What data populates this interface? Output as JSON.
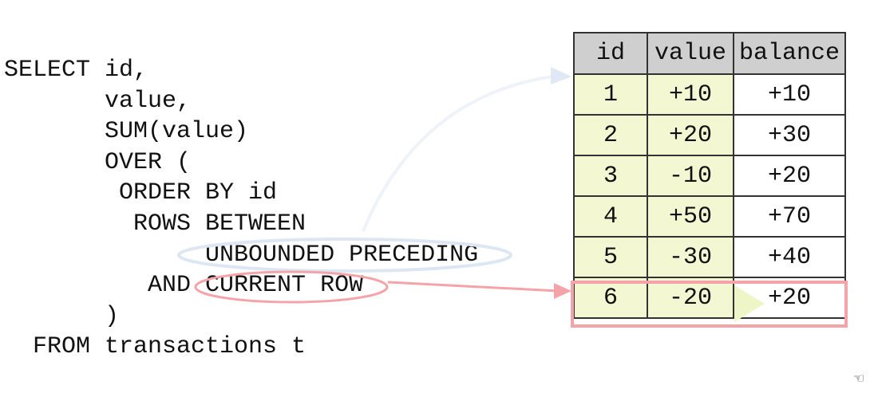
{
  "code_lines": [
    "SELECT id,",
    "       value,",
    "       SUM(value)",
    "       OVER (",
    "        ORDER BY id",
    "         ROWS BETWEEN",
    "              UNBOUNDED PRECEDING",
    "          AND CURRENT ROW",
    "       )",
    "  FROM transactions t"
  ],
  "table": {
    "headers": [
      "id",
      "value",
      "balance"
    ],
    "rows": [
      [
        "1",
        "+10",
        "+10"
      ],
      [
        "2",
        "+20",
        "+30"
      ],
      [
        "3",
        "-10",
        "+20"
      ],
      [
        "4",
        "+50",
        "+70"
      ],
      [
        "5",
        "-30",
        "+40"
      ],
      [
        "6",
        "-20",
        "+20"
      ]
    ]
  },
  "colors": {
    "frame_highlight": "#f4a3a8",
    "range_highlight": "#f4f8d2",
    "unbounded_ellipse": "#d6e2f2"
  }
}
